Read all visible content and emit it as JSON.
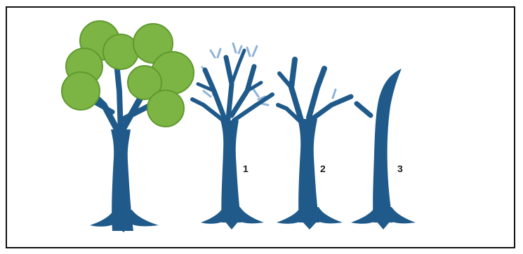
{
  "colors": {
    "trunk": "#1f5a8a",
    "twig": "#8fb3d6",
    "foliage": "#7db544",
    "foliage_edge": "#5f9a2f",
    "frame": "#111111"
  },
  "stages": [
    {
      "label": ""
    },
    {
      "label": "1"
    },
    {
      "label": "2"
    },
    {
      "label": "3"
    }
  ]
}
